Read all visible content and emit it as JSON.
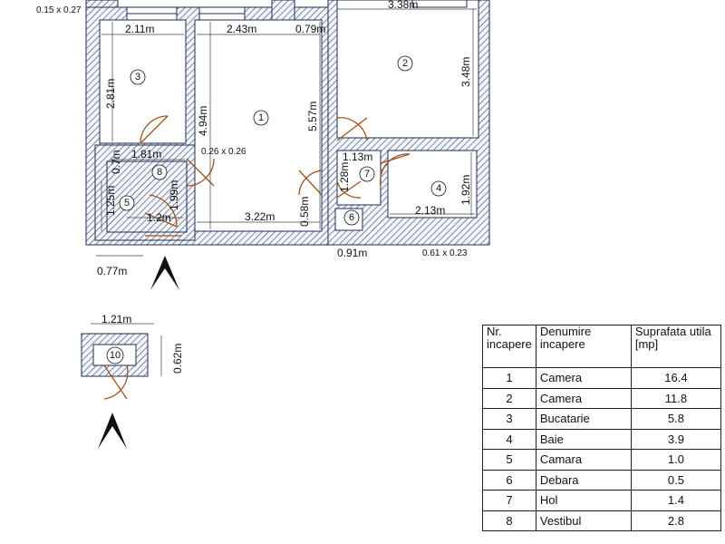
{
  "plan": {
    "rooms": [
      {
        "number": "1"
      },
      {
        "number": "2"
      },
      {
        "number": "3"
      },
      {
        "number": "4"
      },
      {
        "number": "5"
      },
      {
        "number": "6"
      },
      {
        "number": "7"
      },
      {
        "number": "8"
      },
      {
        "number": "10"
      }
    ],
    "dimensions": {
      "d_015x027": "0.15 x 0.27",
      "d_338": "3.38m",
      "d_211": "2.11m",
      "d_243": "2.43m",
      "d_079": "0.79m",
      "d_281": "2.81m",
      "d_494": "4.94m",
      "d_557": "5.57m",
      "d_348": "3.48m",
      "d_026x026": "0.26 x 0.26",
      "d_181": "1.81m",
      "d_07": "0.7m",
      "d_113": "1.13m",
      "d_128": "1.28m",
      "d_199": "1.99m",
      "d_125": "1.25m",
      "d_12": "1.2m",
      "d_322": "3.22m",
      "d_058": "0.58m",
      "d_213": "2.13m",
      "d_192": "1.92m",
      "d_091": "0.91m",
      "d_061x023": "0.61 x 0.23",
      "d_077": "0.77m",
      "d_121": "1.21m",
      "d_062": "0.62m"
    }
  },
  "table": {
    "headers": [
      "Nr. incapere",
      "Denumire incapere",
      "Suprafata utila [mp]"
    ],
    "rows": [
      {
        "nr": "1",
        "name": "Camera",
        "area": "16.4"
      },
      {
        "nr": "2",
        "name": "Camera",
        "area": "11.8"
      },
      {
        "nr": "3",
        "name": "Bucatarie",
        "area": "5.8"
      },
      {
        "nr": "4",
        "name": "Baie",
        "area": "3.9"
      },
      {
        "nr": "5",
        "name": "Camara",
        "area": "1.0"
      },
      {
        "nr": "6",
        "name": "Debara",
        "area": "0.5"
      },
      {
        "nr": "7",
        "name": "Hol",
        "area": "1.4"
      },
      {
        "nr": "8",
        "name": "Vestibul",
        "area": "2.8"
      }
    ]
  }
}
